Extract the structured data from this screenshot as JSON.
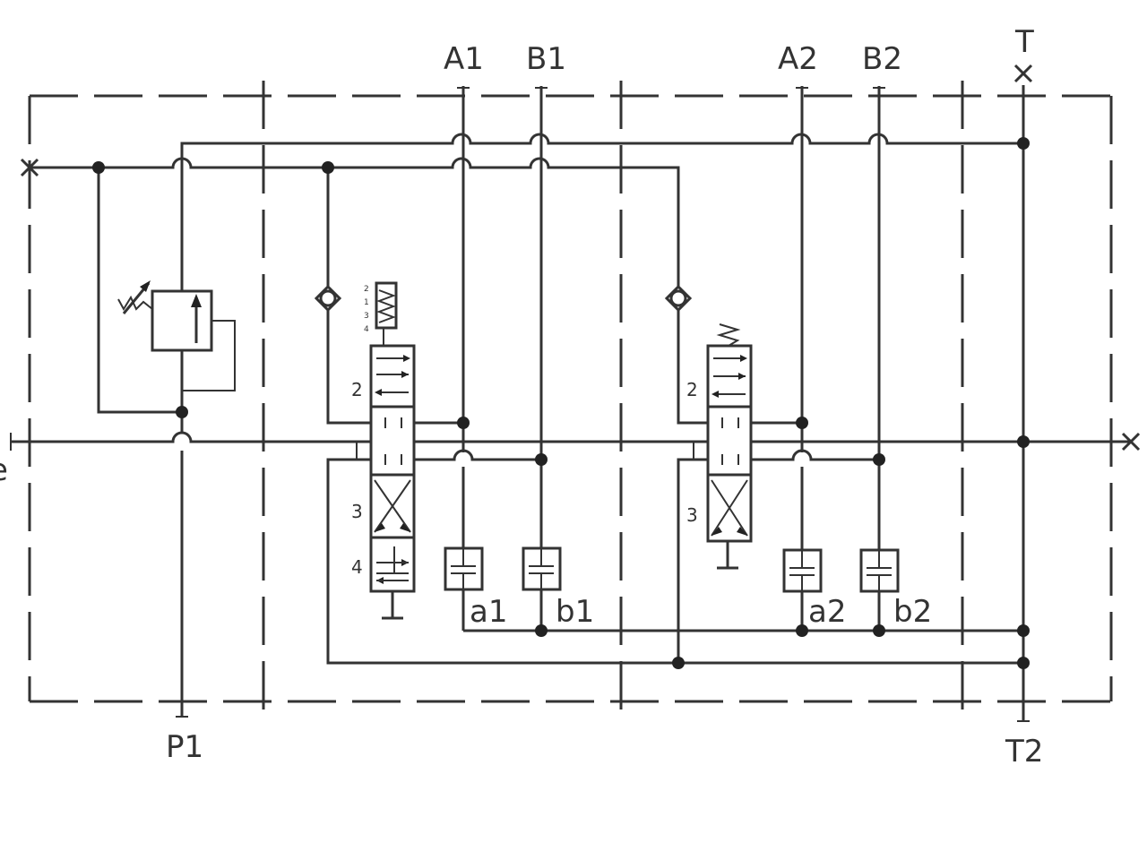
{
  "ports": {
    "A1": "A1",
    "B1": "B1",
    "A2": "A2",
    "B2": "B2",
    "T": "T",
    "P1": "P1",
    "T2": "T2",
    "a1": "a1",
    "b1": "b1",
    "a2": "a2",
    "b2": "b2",
    "left_edge": "e"
  },
  "valve1": {
    "pos2": "2",
    "pos3": "3",
    "pos4": "4",
    "detent": [
      "2",
      "1",
      "3",
      "4"
    ]
  },
  "valve2": {
    "pos2": "2",
    "pos3": "3"
  },
  "colors": {
    "line": "#333333",
    "dot": "#222222",
    "background": "#ffffff"
  }
}
